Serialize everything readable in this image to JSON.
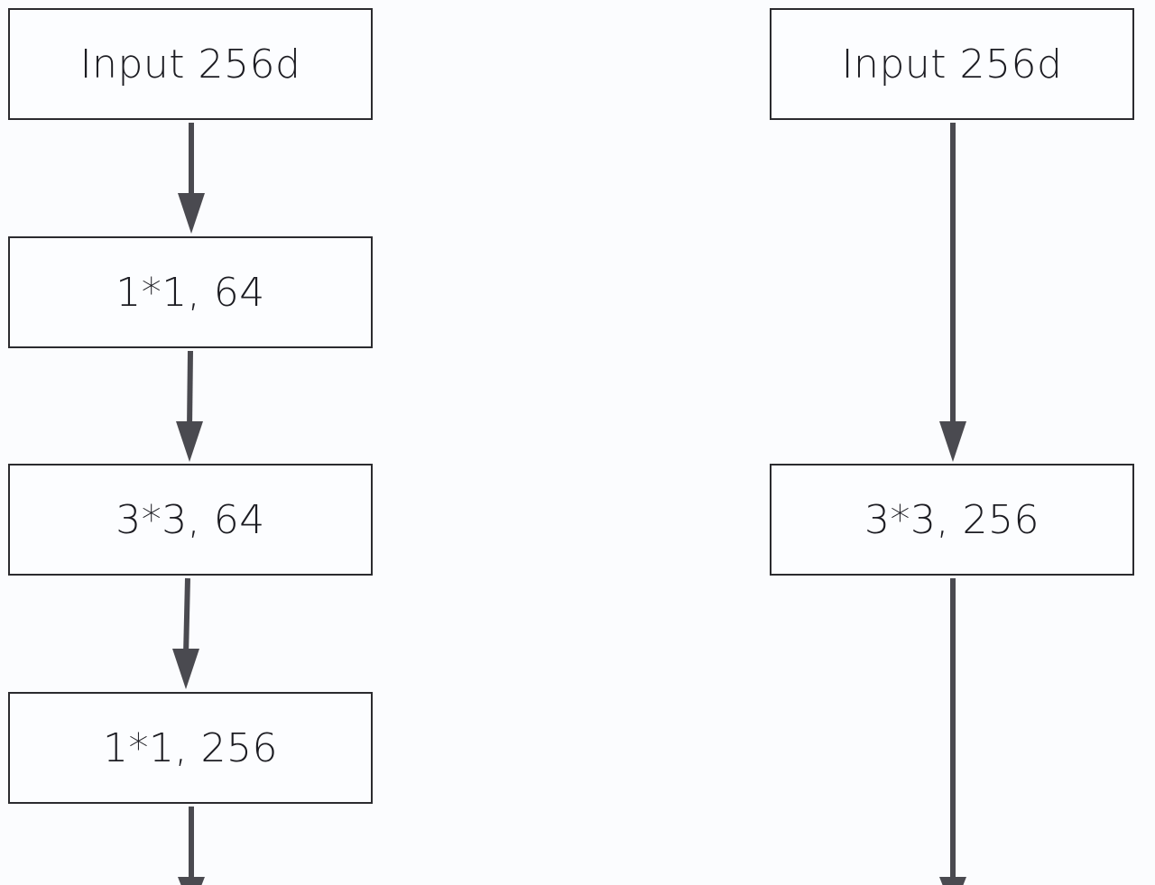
{
  "left_column": {
    "nodes": [
      {
        "label": "Input 256d"
      },
      {
        "label": "1*1, 64"
      },
      {
        "label": "3*3, 64"
      },
      {
        "label": "1*1, 256"
      }
    ]
  },
  "right_column": {
    "nodes": [
      {
        "label": "Input 256d"
      },
      {
        "label": "3*3, 256"
      }
    ]
  },
  "colors": {
    "border": "#2b2b2f",
    "arrow": "#4a4a50",
    "background": "#fbfcfe"
  }
}
